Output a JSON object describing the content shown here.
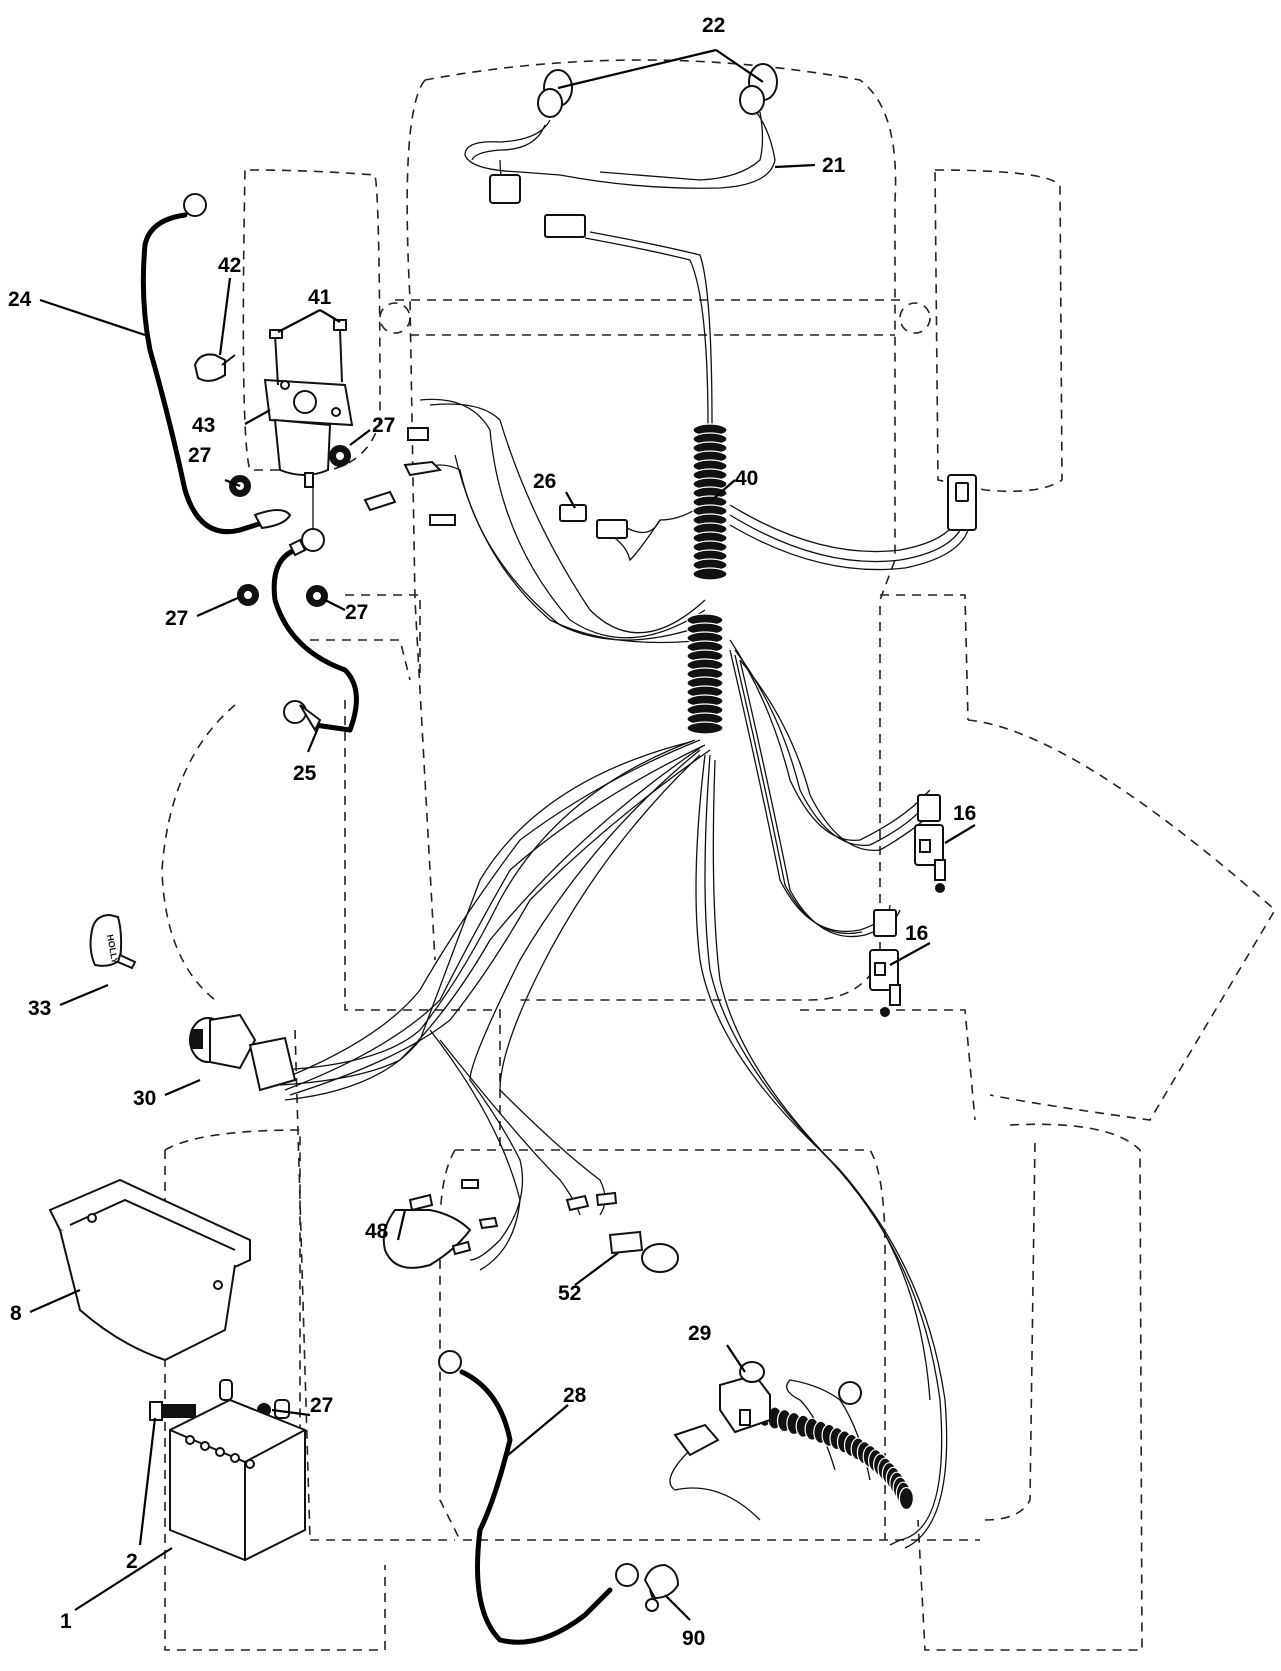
{
  "callouts": {
    "c1": "1",
    "c2": "2",
    "c8": "8",
    "c16a": "16",
    "c16b": "16",
    "c21": "21",
    "c22": "22",
    "c24": "24",
    "c25": "25",
    "c26": "26",
    "c27a": "27",
    "c27b": "27",
    "c27c": "27",
    "c27d": "27",
    "c27e": "27",
    "c28": "28",
    "c29": "29",
    "c30": "30",
    "c33": "33",
    "c40": "40",
    "c41": "41",
    "c42": "42",
    "c43": "43",
    "c48": "48",
    "c52": "52",
    "c90": "90"
  },
  "key_tag_text": "HOLLY"
}
